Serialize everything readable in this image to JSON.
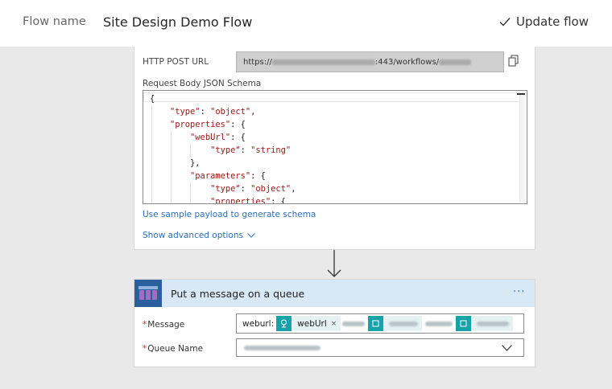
{
  "header": {
    "flow_name_label": "Flow name",
    "flow_name_value": "Site Design Demo Flow",
    "update_label": "Update flow"
  },
  "trigger": {
    "http_post_url_label": "HTTP POST URL",
    "url_prefix": "https://",
    "url_suffix": ":443/workflows/",
    "schema_label": "Request Body JSON Schema",
    "schema_lines": [
      "{",
      "    \"type\": \"object\",",
      "    \"properties\": {",
      "        \"webUrl\": {",
      "            \"type\": \"string\"",
      "        },",
      "        \"parameters\": {",
      "            \"type\": \"object\",",
      "            \"properties\": {"
    ],
    "sample_payload_link": "Use sample payload to generate schema",
    "advanced_options_link": "Show advanced options"
  },
  "action": {
    "title": "Put a message on a queue",
    "more_label": "···",
    "message_label": "Message",
    "message_prefix": "weburl:",
    "token_weburl": "webUrl",
    "token_remove": "×",
    "queue_name_label": "Queue Name",
    "required_mark": "*"
  },
  "colors": {
    "accent_blue": "#2a6fb6",
    "action_header": "#d9e8f5",
    "token_teal": "#17a2a8",
    "json_key": "#a31515"
  }
}
